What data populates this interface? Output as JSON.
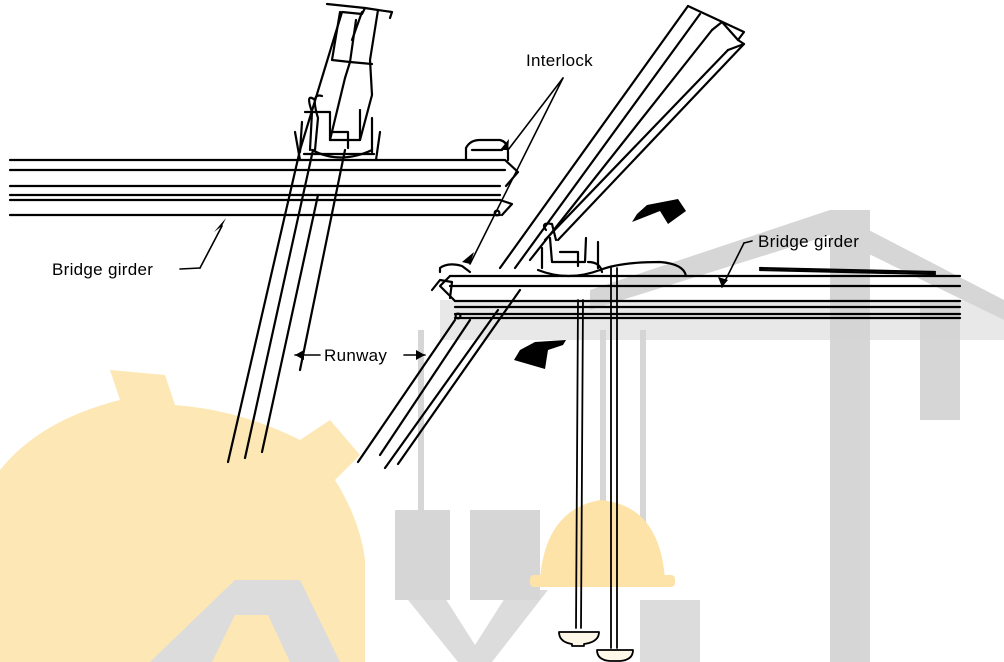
{
  "labels": {
    "interlock": "Interlock",
    "bridge_girder_left": "Bridge girder",
    "bridge_girder_right": "Bridge girder",
    "runway": "Runway"
  },
  "colors": {
    "ink": "#000000",
    "watermark_gray": "#d6d6d6",
    "watermark_yellow": "#fde7b4",
    "paper": "#ffffff"
  },
  "icons": [
    "watermark-gear-icon",
    "watermark-crane-icon",
    "watermark-hard-hat-icon",
    "direction-arrow-icon"
  ]
}
